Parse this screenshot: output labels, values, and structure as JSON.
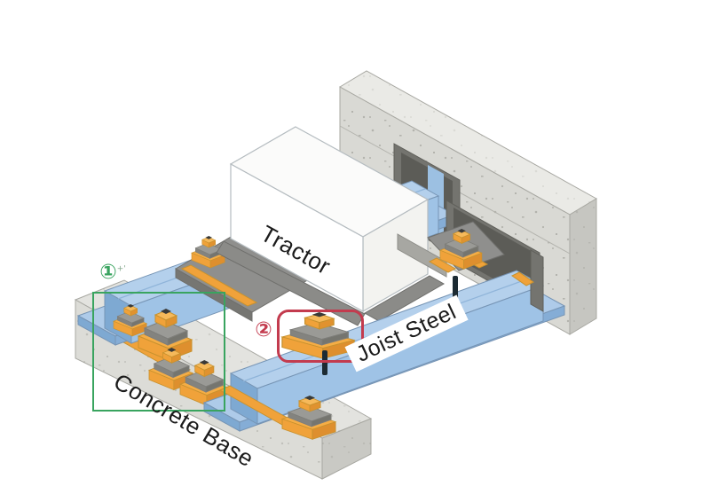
{
  "diagram": {
    "title_context": "isometric installation diagram of tractor on joist steel and concrete base",
    "labels": {
      "tractor": "Tractor",
      "joist_steel": "Joist Steel",
      "concrete_base": "Concrete Base"
    },
    "callouts": {
      "marker1": "①",
      "marker1_suffix": "+'",
      "marker2": "②"
    },
    "colors": {
      "annotation_green": "#39a45f",
      "annotation_red": "#c33b4e",
      "joist_blue_top": "#aecbe9",
      "joist_blue_front": "#9fc3e6",
      "joist_blue_dark": "#7ea9d2",
      "mount_orange": "#f0a23a",
      "mount_orange_top": "#f6b95a",
      "concrete_light": "#dededa",
      "concrete_side": "#c9c9c4",
      "lining_dark_gray": "#74746f",
      "platform_gray": "#8f8f8d",
      "label_text": "#1b1b1b",
      "tick_black": "#1c2b33"
    }
  }
}
